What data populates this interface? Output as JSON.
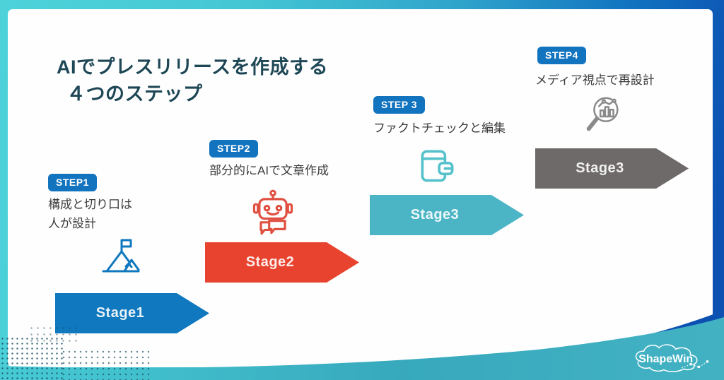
{
  "title": {
    "line1": "AIでプレスリリースを作成する",
    "line2": "４つのステップ"
  },
  "steps": [
    {
      "badge": "STEP1",
      "desc": [
        "構成と切り口は",
        "人が設計"
      ],
      "icon": "mountain-flag-icon",
      "stage_label": "Stage1",
      "arrow_color": "#0f78be",
      "icon_color": "#0f78be"
    },
    {
      "badge": "STEP2",
      "desc": [
        "部分的にAIで文章作成"
      ],
      "icon": "robot-icon",
      "stage_label": "Stage2",
      "arrow_color": "#e8432f",
      "icon_color": "#e05041"
    },
    {
      "badge": "STEP 3",
      "desc": [
        "ファクトチェックと編集"
      ],
      "icon": "wallet-icon",
      "stage_label": "Stage3",
      "arrow_color": "#4cb5c5",
      "icon_color": "#55c1cb"
    },
    {
      "badge": "STEP4",
      "desc": [
        "メディア視点で再設計"
      ],
      "icon": "magnifier-chart-icon",
      "stage_label": "Stage3",
      "arrow_color": "#6e6a6a",
      "icon_color": "#8a8a8a"
    }
  ],
  "badge_color": "#1273bf",
  "logo": {
    "text": "ShapeWin"
  },
  "colors": {
    "background_teal": "#4dd2da",
    "background_dark_blue": "#0c50b2",
    "wave_teal": "#38a9bd",
    "title_text": "#1e4756",
    "card_background": "#fefefe"
  }
}
